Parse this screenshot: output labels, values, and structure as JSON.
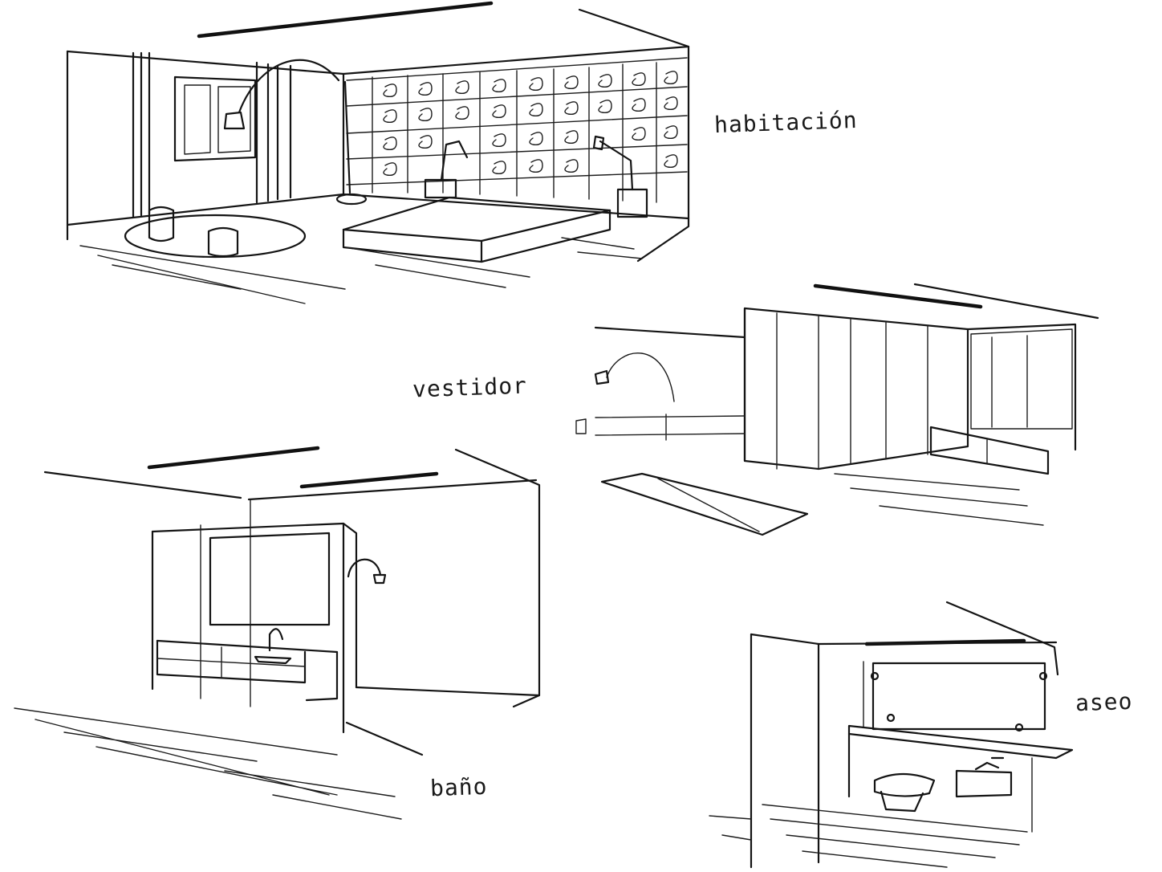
{
  "labels": {
    "habitacion": "habitación",
    "vestidor": "vestidor",
    "bano": "baño",
    "aseo": "aseo"
  },
  "colors": {
    "ink": "#141414",
    "paper": "#ffffff"
  }
}
